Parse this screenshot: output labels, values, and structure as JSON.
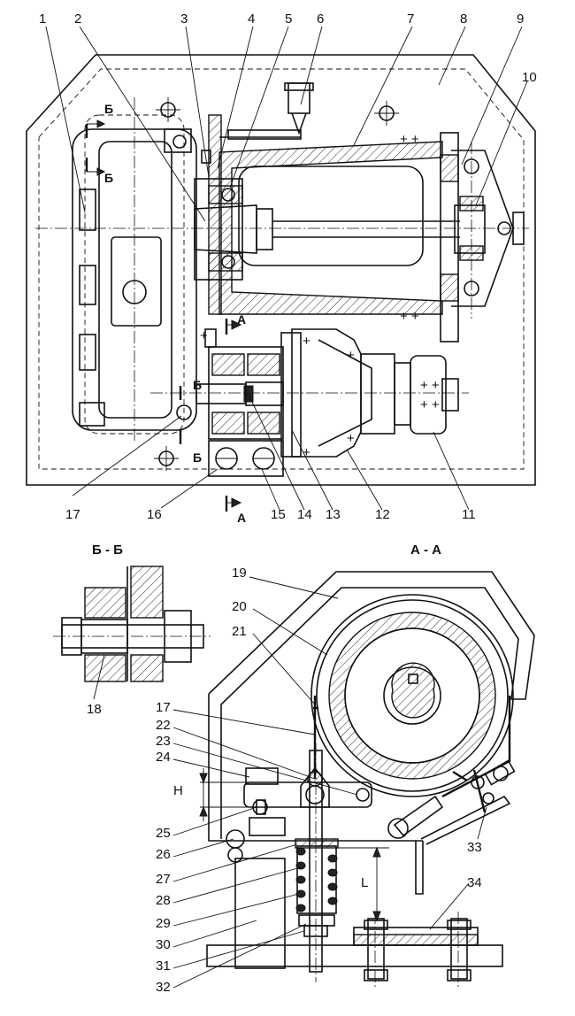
{
  "top_view": {
    "labels_top": [
      "1",
      "2",
      "3",
      "4",
      "5",
      "6",
      "7",
      "8",
      "9",
      "10"
    ],
    "labels_bottom": [
      "17",
      "16",
      "15",
      "14",
      "13",
      "12",
      "11"
    ],
    "section_marks": {
      "b": "Б",
      "a": "А"
    }
  },
  "section_bb": {
    "title": "Б - Б",
    "labels": [
      "18"
    ]
  },
  "section_aa": {
    "title": "А - А",
    "labels_left": [
      "17",
      "22",
      "23",
      "24",
      "25",
      "26",
      "27",
      "28",
      "29",
      "30",
      "31",
      "32"
    ],
    "labels_right": [
      "19",
      "20",
      "21",
      "33",
      "34"
    ],
    "dim_h": "H",
    "dim_l": "L"
  }
}
